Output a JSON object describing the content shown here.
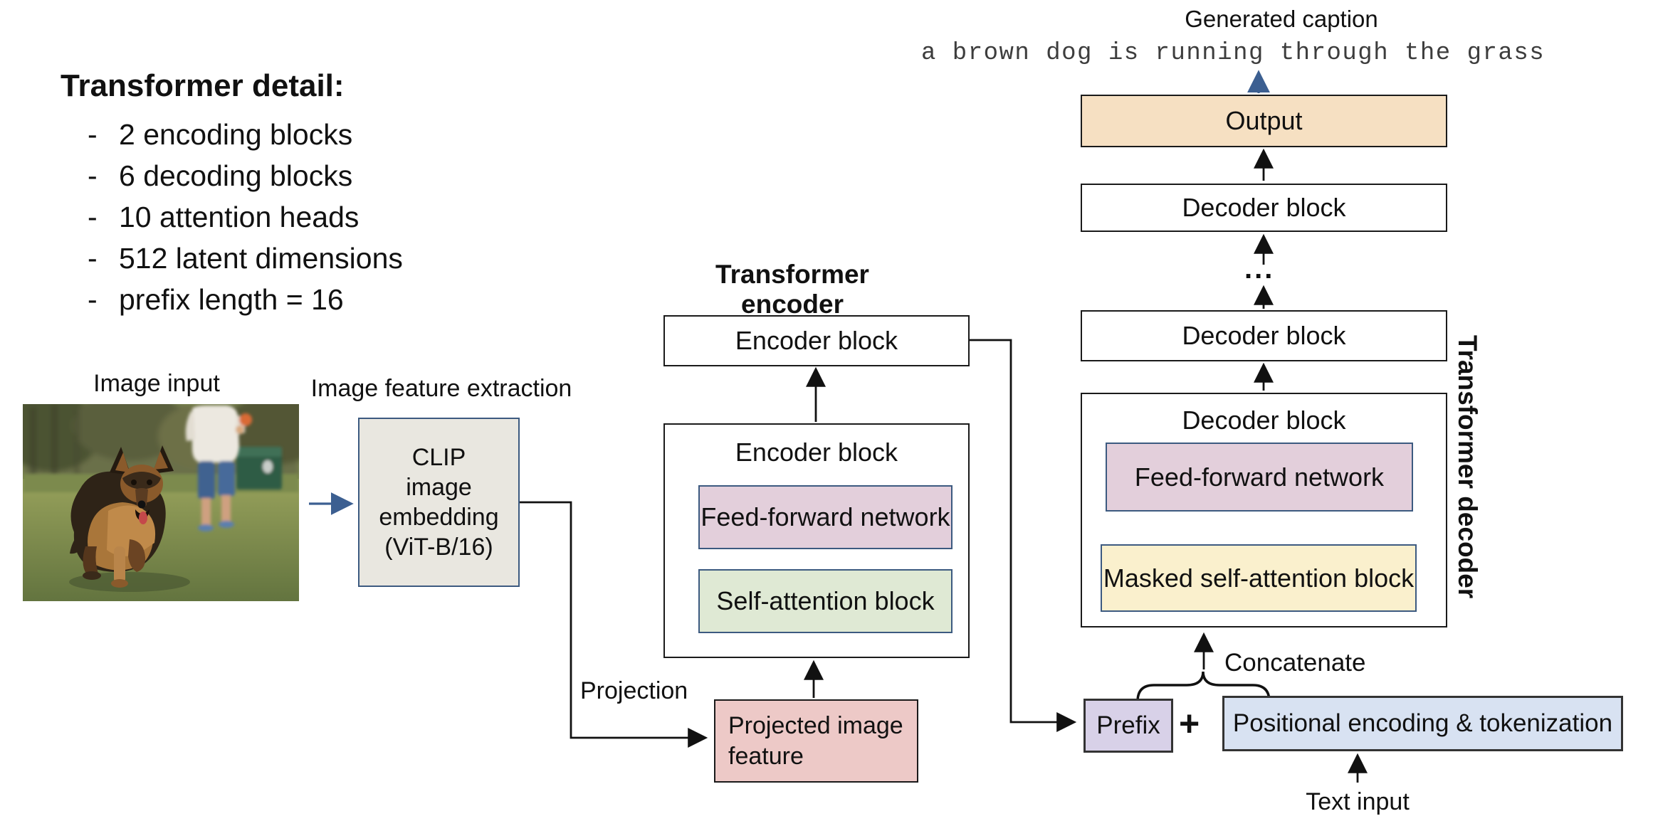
{
  "detail_panel": {
    "title": "Transformer detail:",
    "dash": "-",
    "items": [
      "2 encoding blocks",
      "6 decoding blocks",
      "10 attention heads",
      "512 latent dimensions",
      "prefix length = 16"
    ]
  },
  "caption": {
    "title": "Generated caption",
    "text": "a brown dog is running through the grass"
  },
  "left_flow": {
    "image_input_label": "Image input",
    "feature_extraction_label": "Image feature extraction",
    "clip_box": "CLIP\nimage\nembedding\n(ViT-B/16)",
    "projection_label": "Projection",
    "projected_box": "Projected image\nfeature"
  },
  "encoder": {
    "title": "Transformer encoder",
    "top_block": "Encoder block",
    "block_title": "Encoder block",
    "ffn": "Feed-forward network",
    "self_attention": "Self-attention block"
  },
  "decoder": {
    "side_label": "Transformer decoder",
    "output": "Output",
    "block_top": "Decoder block",
    "dots": "...",
    "block_mid": "Decoder block",
    "block_title": "Decoder block",
    "ffn": "Feed-forward network",
    "masked": "Masked self-attention block"
  },
  "bottom": {
    "concatenate_label": "Concatenate",
    "prefix": "Prefix",
    "plus": "+",
    "positional": "Positional encoding & tokenization",
    "text_input_label": "Text input"
  },
  "colors": {
    "arrow_black": "#111111",
    "arrow_blue": "#3c5f91",
    "output_fill": "#f6e0c2",
    "ffn_fill": "#e3cfdb",
    "self_attention_fill": "#dfe9d4",
    "masked_fill": "#faf0cd",
    "prefix_fill": "#d8d1e8",
    "positional_fill": "#d8e2f2",
    "projected_fill": "#edc9c7",
    "clip_fill": "#e9e7e0",
    "inner_border": "#3c5a80"
  }
}
